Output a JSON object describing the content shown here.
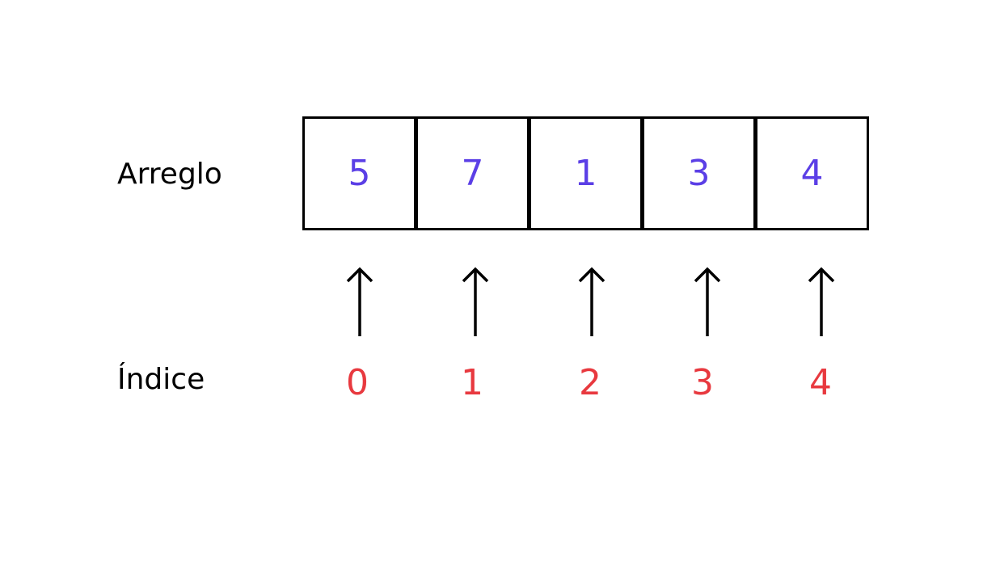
{
  "labels": {
    "array": "Arreglo",
    "index": "Índice"
  },
  "array_values": [
    "5",
    "7",
    "1",
    "3",
    "4"
  ],
  "indices": [
    "0",
    "1",
    "2",
    "3",
    "4"
  ],
  "colors": {
    "value": "#5B3FE6",
    "index": "#E8393F",
    "line": "#000000"
  },
  "icons": {
    "pointer": "arrow-up-icon"
  }
}
